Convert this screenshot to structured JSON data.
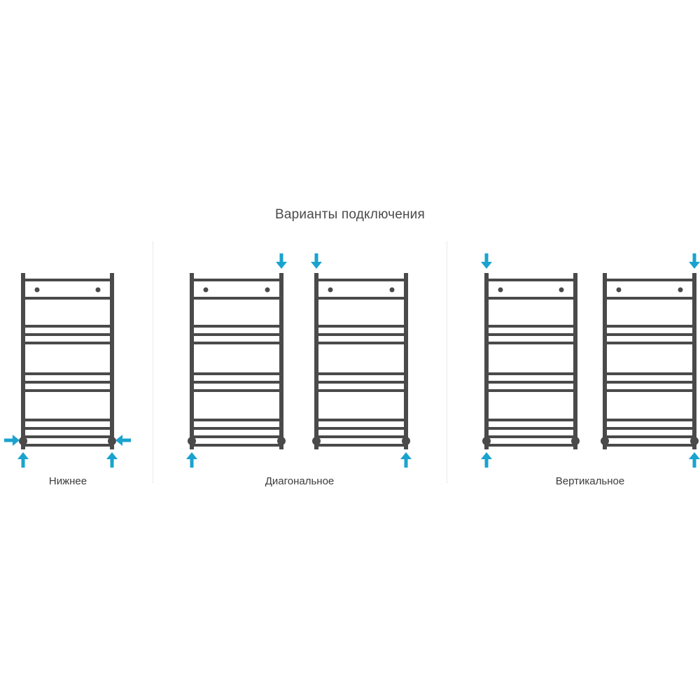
{
  "title": "Варианты подключения",
  "groups": [
    {
      "label": "Нижнее"
    },
    {
      "label": "Диагональное"
    },
    {
      "label": "Вертикальное"
    }
  ],
  "colors": {
    "rail": "#4a4a4a",
    "arrow": "#1aa3cf",
    "text": "#3c3c3c"
  },
  "icons": {
    "inlet": "arrow-icon"
  }
}
